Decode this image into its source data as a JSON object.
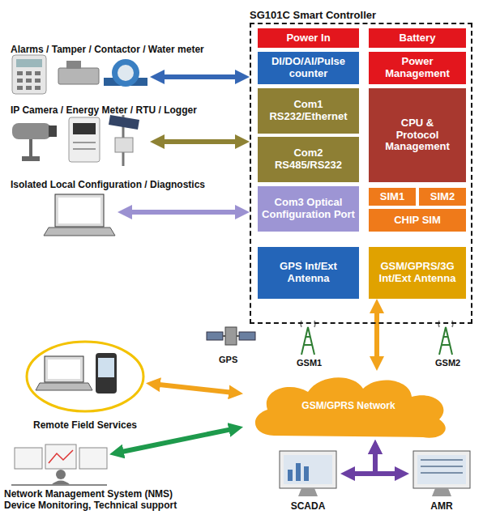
{
  "diagram": {
    "nodes": [
      {
        "text": [
          "SG101C Smart Controller"
        ]
      },
      {
        "text": [
          "Power In"
        ],
        "in": 0
      },
      {
        "text": [
          "Battery"
        ],
        "in": 0
      },
      {
        "text": [
          "DI/DO/AI/Pulse counter"
        ],
        "in": 0
      },
      {
        "text": [
          "Power Management"
        ],
        "in": 0
      },
      {
        "text": [
          "Com1 RS232/Ethernet"
        ],
        "in": 0
      },
      {
        "text": [
          "Com2 RS485/RS232"
        ],
        "in": 0
      },
      {
        "text": [
          "CPU & Protocol Management"
        ],
        "in": 0
      },
      {
        "text": [
          "Com3 Optical Configuration Port"
        ],
        "in": 0
      },
      {
        "text": [
          "SIM1"
        ],
        "in": 0
      },
      {
        "text": [
          "SIM2"
        ],
        "in": 0
      },
      {
        "text": [
          "CHIP SIM"
        ],
        "in": 0
      },
      {
        "text": [
          "GPS Int/Ext Antenna"
        ],
        "in": 0
      },
      {
        "text": [
          "GSM/GPRS/3G Int/Ext Antenna"
        ],
        "in": 0
      },
      {
        "text": [
          "Alarms / Tamper / Contactor / Water meter"
        ]
      },
      {
        "text": [
          "IP Camera / Energy Meter / RTU / Logger"
        ]
      },
      {
        "text": [
          "Isolated Local Configuration / Diagnostics"
        ]
      },
      {
        "text": [
          "Remote Field Services"
        ]
      },
      {
        "text": [
          "GSM/GPRS Network"
        ]
      },
      {
        "text": [
          "Network Management System (NMS)",
          "Device Monitoring, Technical support"
        ]
      },
      {
        "text": [
          "SCADA"
        ]
      },
      {
        "text": [
          "AMR"
        ]
      }
    ],
    "edges": [
      {
        "from": 14,
        "to": 0,
        "arrow": "both"
      },
      {
        "from": 15,
        "to": 0,
        "arrow": "both"
      },
      {
        "from": 16,
        "to": 0,
        "arrow": "both"
      },
      {
        "from": 13,
        "to": 18,
        "arrow": "both"
      },
      {
        "from": 17,
        "to": 18,
        "arrow": "both"
      },
      {
        "from": 19,
        "to": 18,
        "arrow": "both"
      },
      {
        "from": 18,
        "to": 20,
        "arrow": "both"
      },
      {
        "from": 18,
        "to": 21,
        "arrow": "both"
      }
    ],
    "labels": [
      "GPS",
      "GSM1",
      "GSM2"
    ]
  }
}
